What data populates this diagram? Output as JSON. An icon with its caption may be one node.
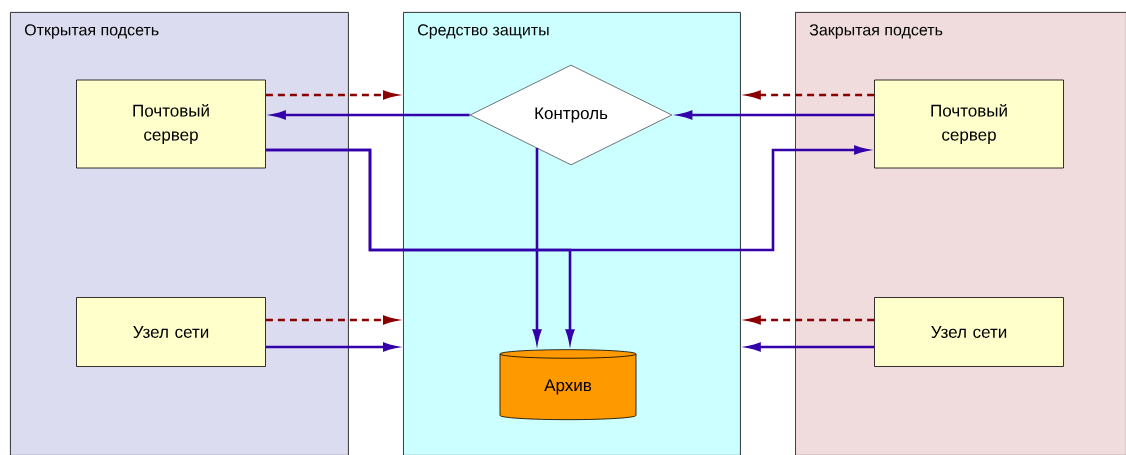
{
  "diagram": {
    "nodes": [
      {
        "text": [
          "Открытая подсеть"
        ]
      },
      {
        "text": [
          "Почтовый сервер"
        ],
        "in": 0
      },
      {
        "text": [
          "Узел сети"
        ],
        "in": 0
      },
      {
        "text": [
          "Средство защиты"
        ]
      },
      {
        "text": [
          "Контроль"
        ],
        "in": 3
      },
      {
        "text": [
          "Архив"
        ],
        "in": 3
      },
      {
        "text": [
          "Закрытая подсеть"
        ]
      },
      {
        "text": [
          "Почтовый сервер"
        ],
        "in": 6
      },
      {
        "text": [
          "Узел сети"
        ],
        "in": 6
      }
    ],
    "edges": [
      {
        "from": 1,
        "to": 3,
        "arrow": "to",
        "style": "dashed",
        "color": "#8b0000"
      },
      {
        "from": 4,
        "to": 1,
        "arrow": "to"
      },
      {
        "from": 1,
        "to": 5,
        "arrow": "to"
      },
      {
        "from": 1,
        "to": 7,
        "arrow": "to"
      },
      {
        "from": 4,
        "to": 5,
        "arrow": "to"
      },
      {
        "from": 7,
        "to": 4,
        "arrow": "to"
      },
      {
        "from": 7,
        "to": 3,
        "arrow": "to",
        "style": "dashed",
        "color": "#8b0000"
      },
      {
        "from": 2,
        "to": 3,
        "arrow": "to",
        "style": "dashed",
        "color": "#8b0000"
      },
      {
        "from": 2,
        "to": 3,
        "arrow": "to"
      },
      {
        "from": 8,
        "to": 3,
        "arrow": "to",
        "style": "dashed",
        "color": "#8b0000"
      },
      {
        "from": 8,
        "to": 3,
        "arrow": "to"
      }
    ]
  }
}
